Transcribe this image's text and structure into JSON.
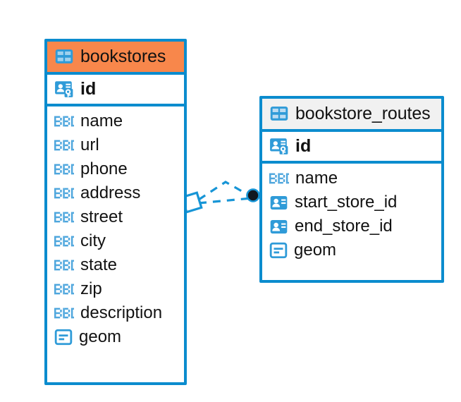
{
  "diagram": {
    "type": "entity-relationship-diagram",
    "background_color": "#ffffff",
    "accent_color": "#0b8cce",
    "highlight_color": "#f8874b",
    "entities": [
      {
        "name": "bookstores",
        "header_icon": "table-icon",
        "header_background": "#f8874b",
        "primary_key": {
          "label": "id",
          "icon": "primary-key-icon"
        },
        "fields": [
          {
            "label": "name",
            "icon": "abc-text-icon"
          },
          {
            "label": "url",
            "icon": "abc-text-icon"
          },
          {
            "label": "phone",
            "icon": "abc-text-icon"
          },
          {
            "label": "address",
            "icon": "abc-text-icon"
          },
          {
            "label": "street",
            "icon": "abc-text-icon"
          },
          {
            "label": "city",
            "icon": "abc-text-icon"
          },
          {
            "label": "state",
            "icon": "abc-text-icon"
          },
          {
            "label": "zip",
            "icon": "abc-text-icon"
          },
          {
            "label": "description",
            "icon": "abc-text-icon"
          },
          {
            "label": "geom",
            "icon": "geometry-icon"
          }
        ]
      },
      {
        "name": "bookstore_routes",
        "header_icon": "table-icon",
        "header_background": "#f1f1f1",
        "primary_key": {
          "label": "id",
          "icon": "primary-key-icon"
        },
        "fields": [
          {
            "label": "name",
            "icon": "abc-text-icon"
          },
          {
            "label": "start_store_id",
            "icon": "foreign-key-icon"
          },
          {
            "label": "end_store_id",
            "icon": "foreign-key-icon"
          },
          {
            "label": "geom",
            "icon": "geometry-icon"
          }
        ]
      }
    ],
    "relationships": [
      {
        "from": "bookstores",
        "to": "bookstore_routes",
        "style": "dashed",
        "color": "#1795d6",
        "source_endpoint": "diamond",
        "target_endpoint": "filled-circle",
        "link_count": 2
      }
    ]
  }
}
